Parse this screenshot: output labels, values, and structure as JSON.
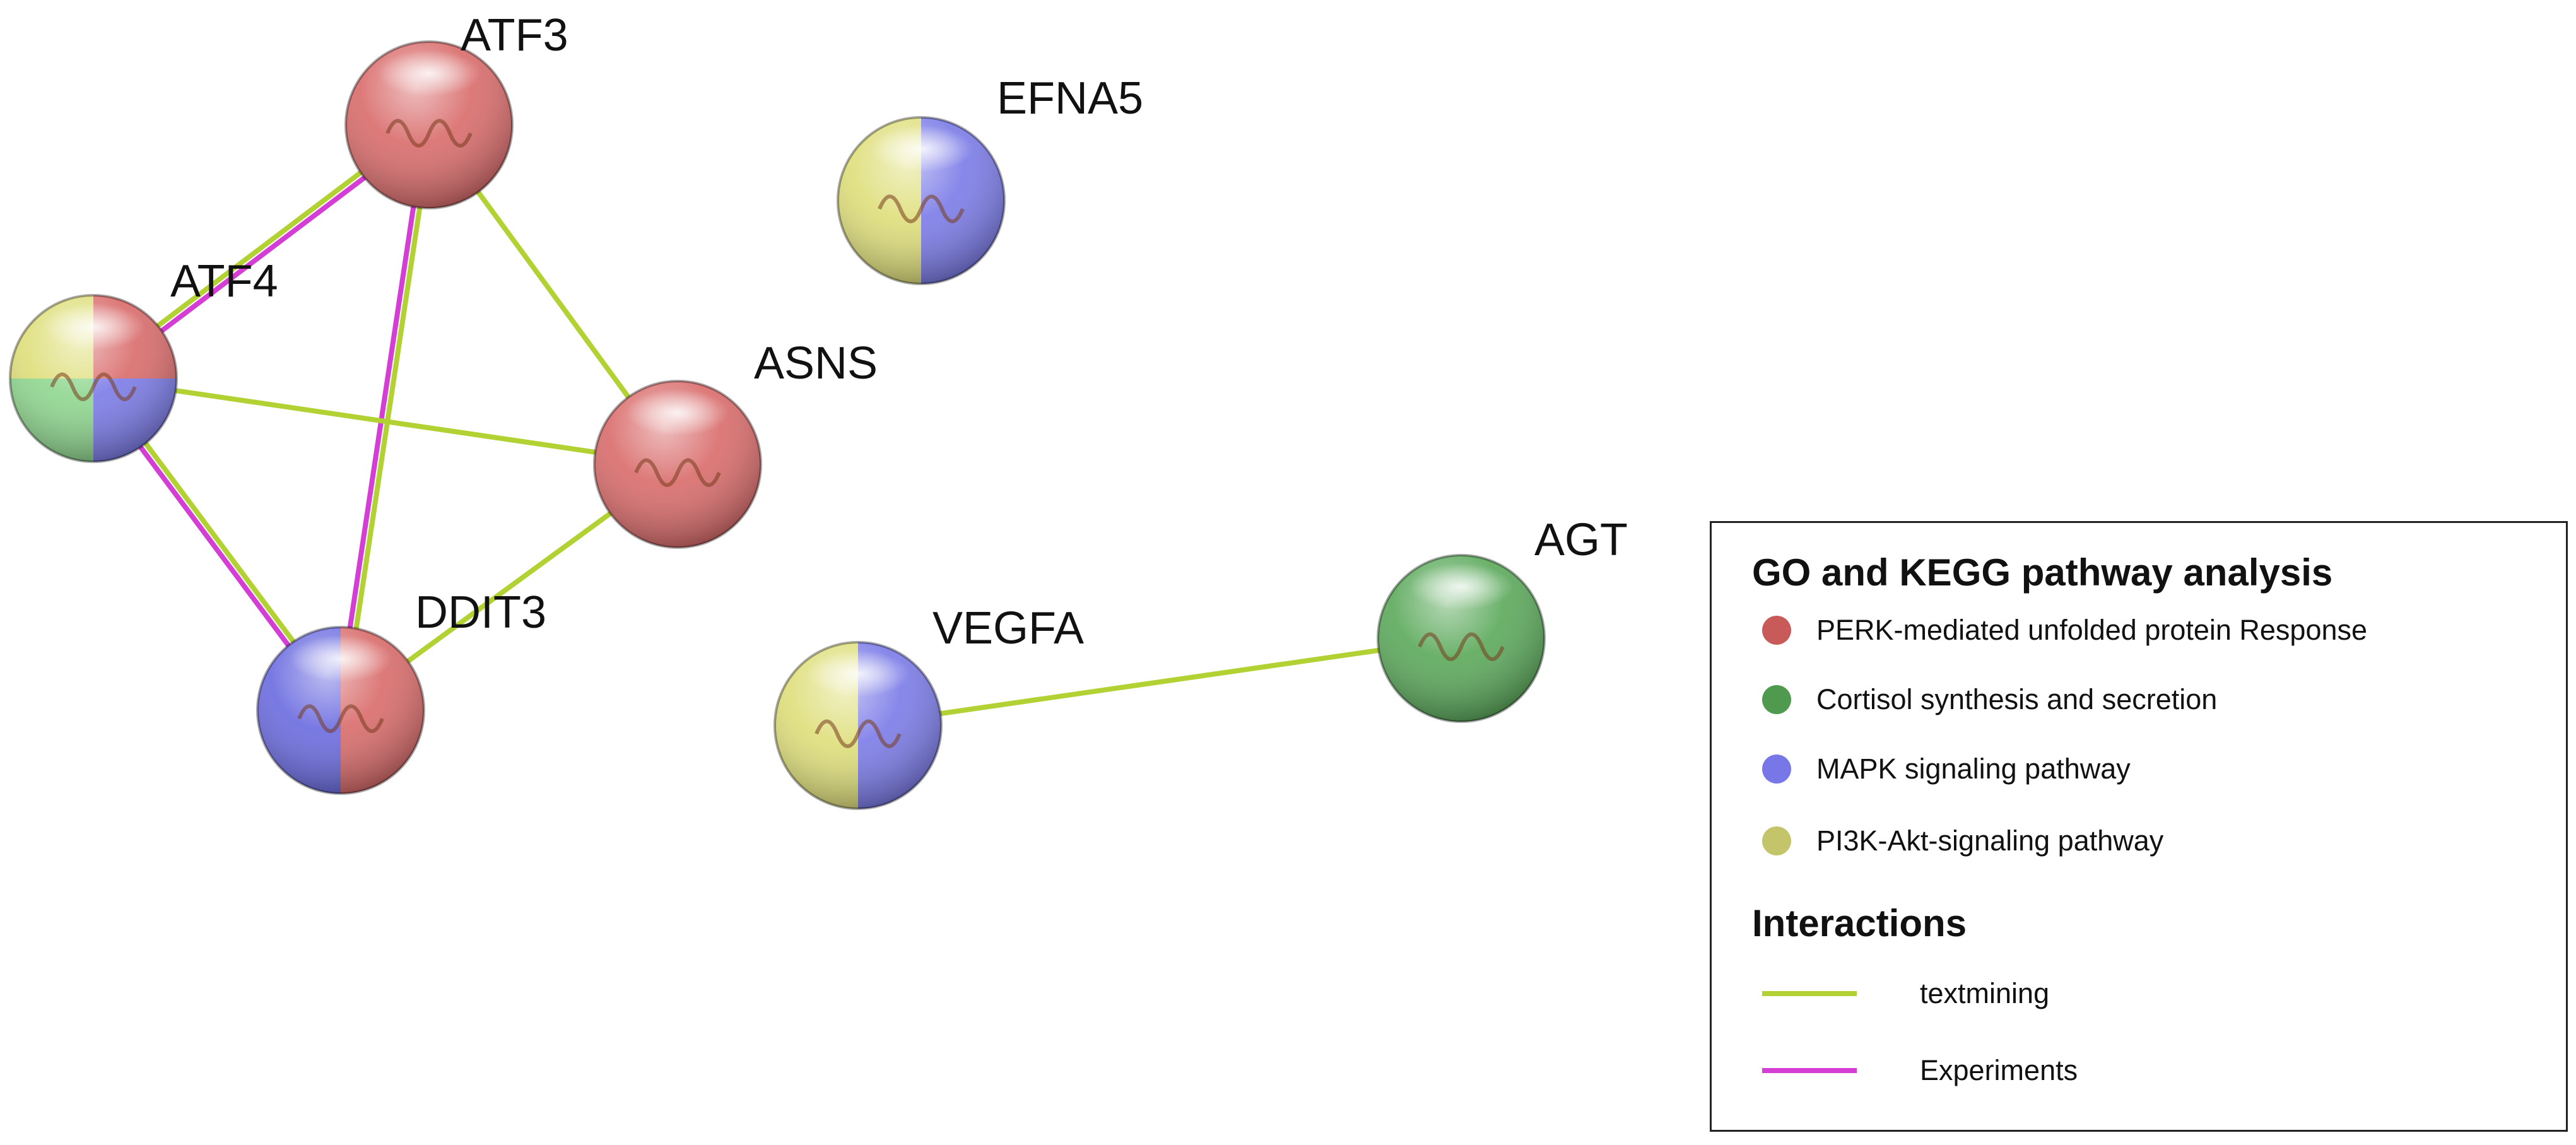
{
  "legend": {
    "pathway_heading": "GO and KEGG pathway analysis",
    "pathways": [
      {
        "key": "perk",
        "label": "PERK-mediated unfolded protein Response",
        "color": "#c85a5a"
      },
      {
        "key": "cortisol",
        "label": "Cortisol synthesis and secretion",
        "color": "#4f9a4f"
      },
      {
        "key": "mapk",
        "label": "MAPK signaling pathway",
        "color": "#7777e8"
      },
      {
        "key": "pi3k",
        "label": "PI3K-Akt-signaling pathway",
        "color": "#c4c46a"
      }
    ],
    "interaction_heading": "Interactions",
    "interactions": [
      {
        "key": "textmining",
        "label": "textmining",
        "color": "#b2d234"
      },
      {
        "key": "experiments",
        "label": "Experiments",
        "color": "#d43ed4"
      }
    ]
  },
  "nodes": [
    {
      "id": "ATF3",
      "label": "ATF3",
      "colors": [
        "#d96a6a"
      ]
    },
    {
      "id": "ATF4",
      "label": "ATF4",
      "colors": [
        "#dede7a",
        "#d96a6a",
        "#7a7ae8",
        "#8ed68e"
      ]
    },
    {
      "id": "EFNA5",
      "label": "EFNA5",
      "colors": [
        "#dede7a",
        "#7a7ae8"
      ]
    },
    {
      "id": "ASNS",
      "label": "ASNS",
      "colors": [
        "#d96a6a"
      ]
    },
    {
      "id": "DDIT3",
      "label": "DDIT3",
      "colors": [
        "#6a6ae0",
        "#d96a6a"
      ]
    },
    {
      "id": "VEGFA",
      "label": "VEGFA",
      "colors": [
        "#dede7a",
        "#7a7ae8"
      ]
    },
    {
      "id": "AGT",
      "label": "AGT",
      "colors": [
        "#5aa85a"
      ]
    }
  ],
  "edges": [
    {
      "source": "ATF4",
      "target": "ATF3",
      "types": [
        "textmining",
        "experiments"
      ]
    },
    {
      "source": "ATF3",
      "target": "DDIT3",
      "types": [
        "textmining",
        "experiments"
      ]
    },
    {
      "source": "ATF3",
      "target": "ASNS",
      "types": [
        "textmining"
      ]
    },
    {
      "source": "ATF4",
      "target": "ASNS",
      "types": [
        "textmining"
      ]
    },
    {
      "source": "ATF4",
      "target": "DDIT3",
      "types": [
        "textmining",
        "experiments"
      ]
    },
    {
      "source": "ASNS",
      "target": "DDIT3",
      "types": [
        "textmining"
      ]
    },
    {
      "source": "VEGFA",
      "target": "AGT",
      "types": [
        "textmining"
      ]
    }
  ]
}
